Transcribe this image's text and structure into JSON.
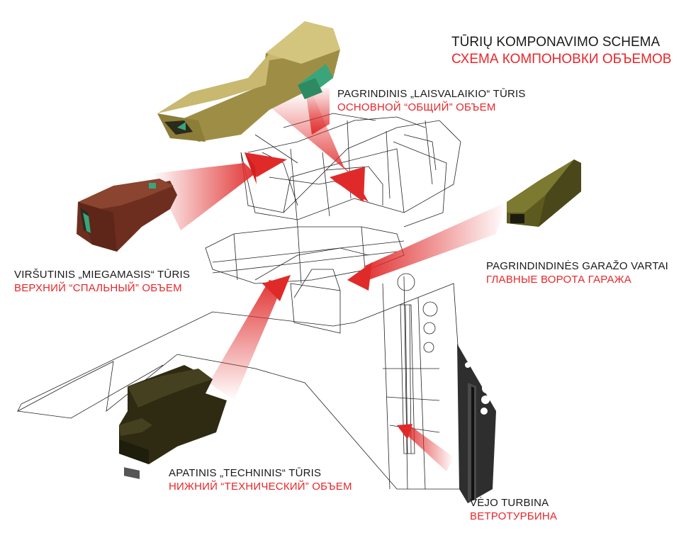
{
  "title": {
    "lt": "TŪRIŲ KOMPONAVIMO SCHEMA",
    "ru": "СХЕМА КОМПОНОВКИ ОБЪЕМОВ"
  },
  "labels": {
    "leisure": {
      "lt": "PAGRINDINIS „LAISVALAIKIO“ TŪRIS",
      "ru": "ОСНОВНОЙ “ОБЩИЙ” ОБЪЕМ"
    },
    "sleeping": {
      "lt": "VIRŠUTINIS „MIEGAMASIS“ TŪRIS",
      "ru": "ВЕРХНИЙ “СПАЛЬНЫЙ” ОБЪЕМ"
    },
    "garage": {
      "lt": "PAGRINDINDINĖS GARAŽO VARTAI",
      "ru": "ГЛАВНЫЕ ВОРОТА ГАРАЖА"
    },
    "technical": {
      "lt": "APATINIS „TECHNINIS“ TŪRIS",
      "ru": "НИЖНИЙ “ТЕХНИЧЕСКИЙ” ОБЪЕМ"
    },
    "turbine": {
      "lt": "VĖJO TURBINA",
      "ru": "ВЕТРОТУРБИНА"
    }
  },
  "colors": {
    "russian_text": "#e8262a",
    "arrow": "#e02a2a",
    "leisure_volume": "#b5a55a",
    "sleeping_volume": "#7a3524",
    "garage_gate": "#5c5a1e",
    "technical_volume": "#3d3a1a",
    "turbine": "#2e2e2e",
    "glass": "#3aa57a",
    "wireframe": "#222222"
  }
}
